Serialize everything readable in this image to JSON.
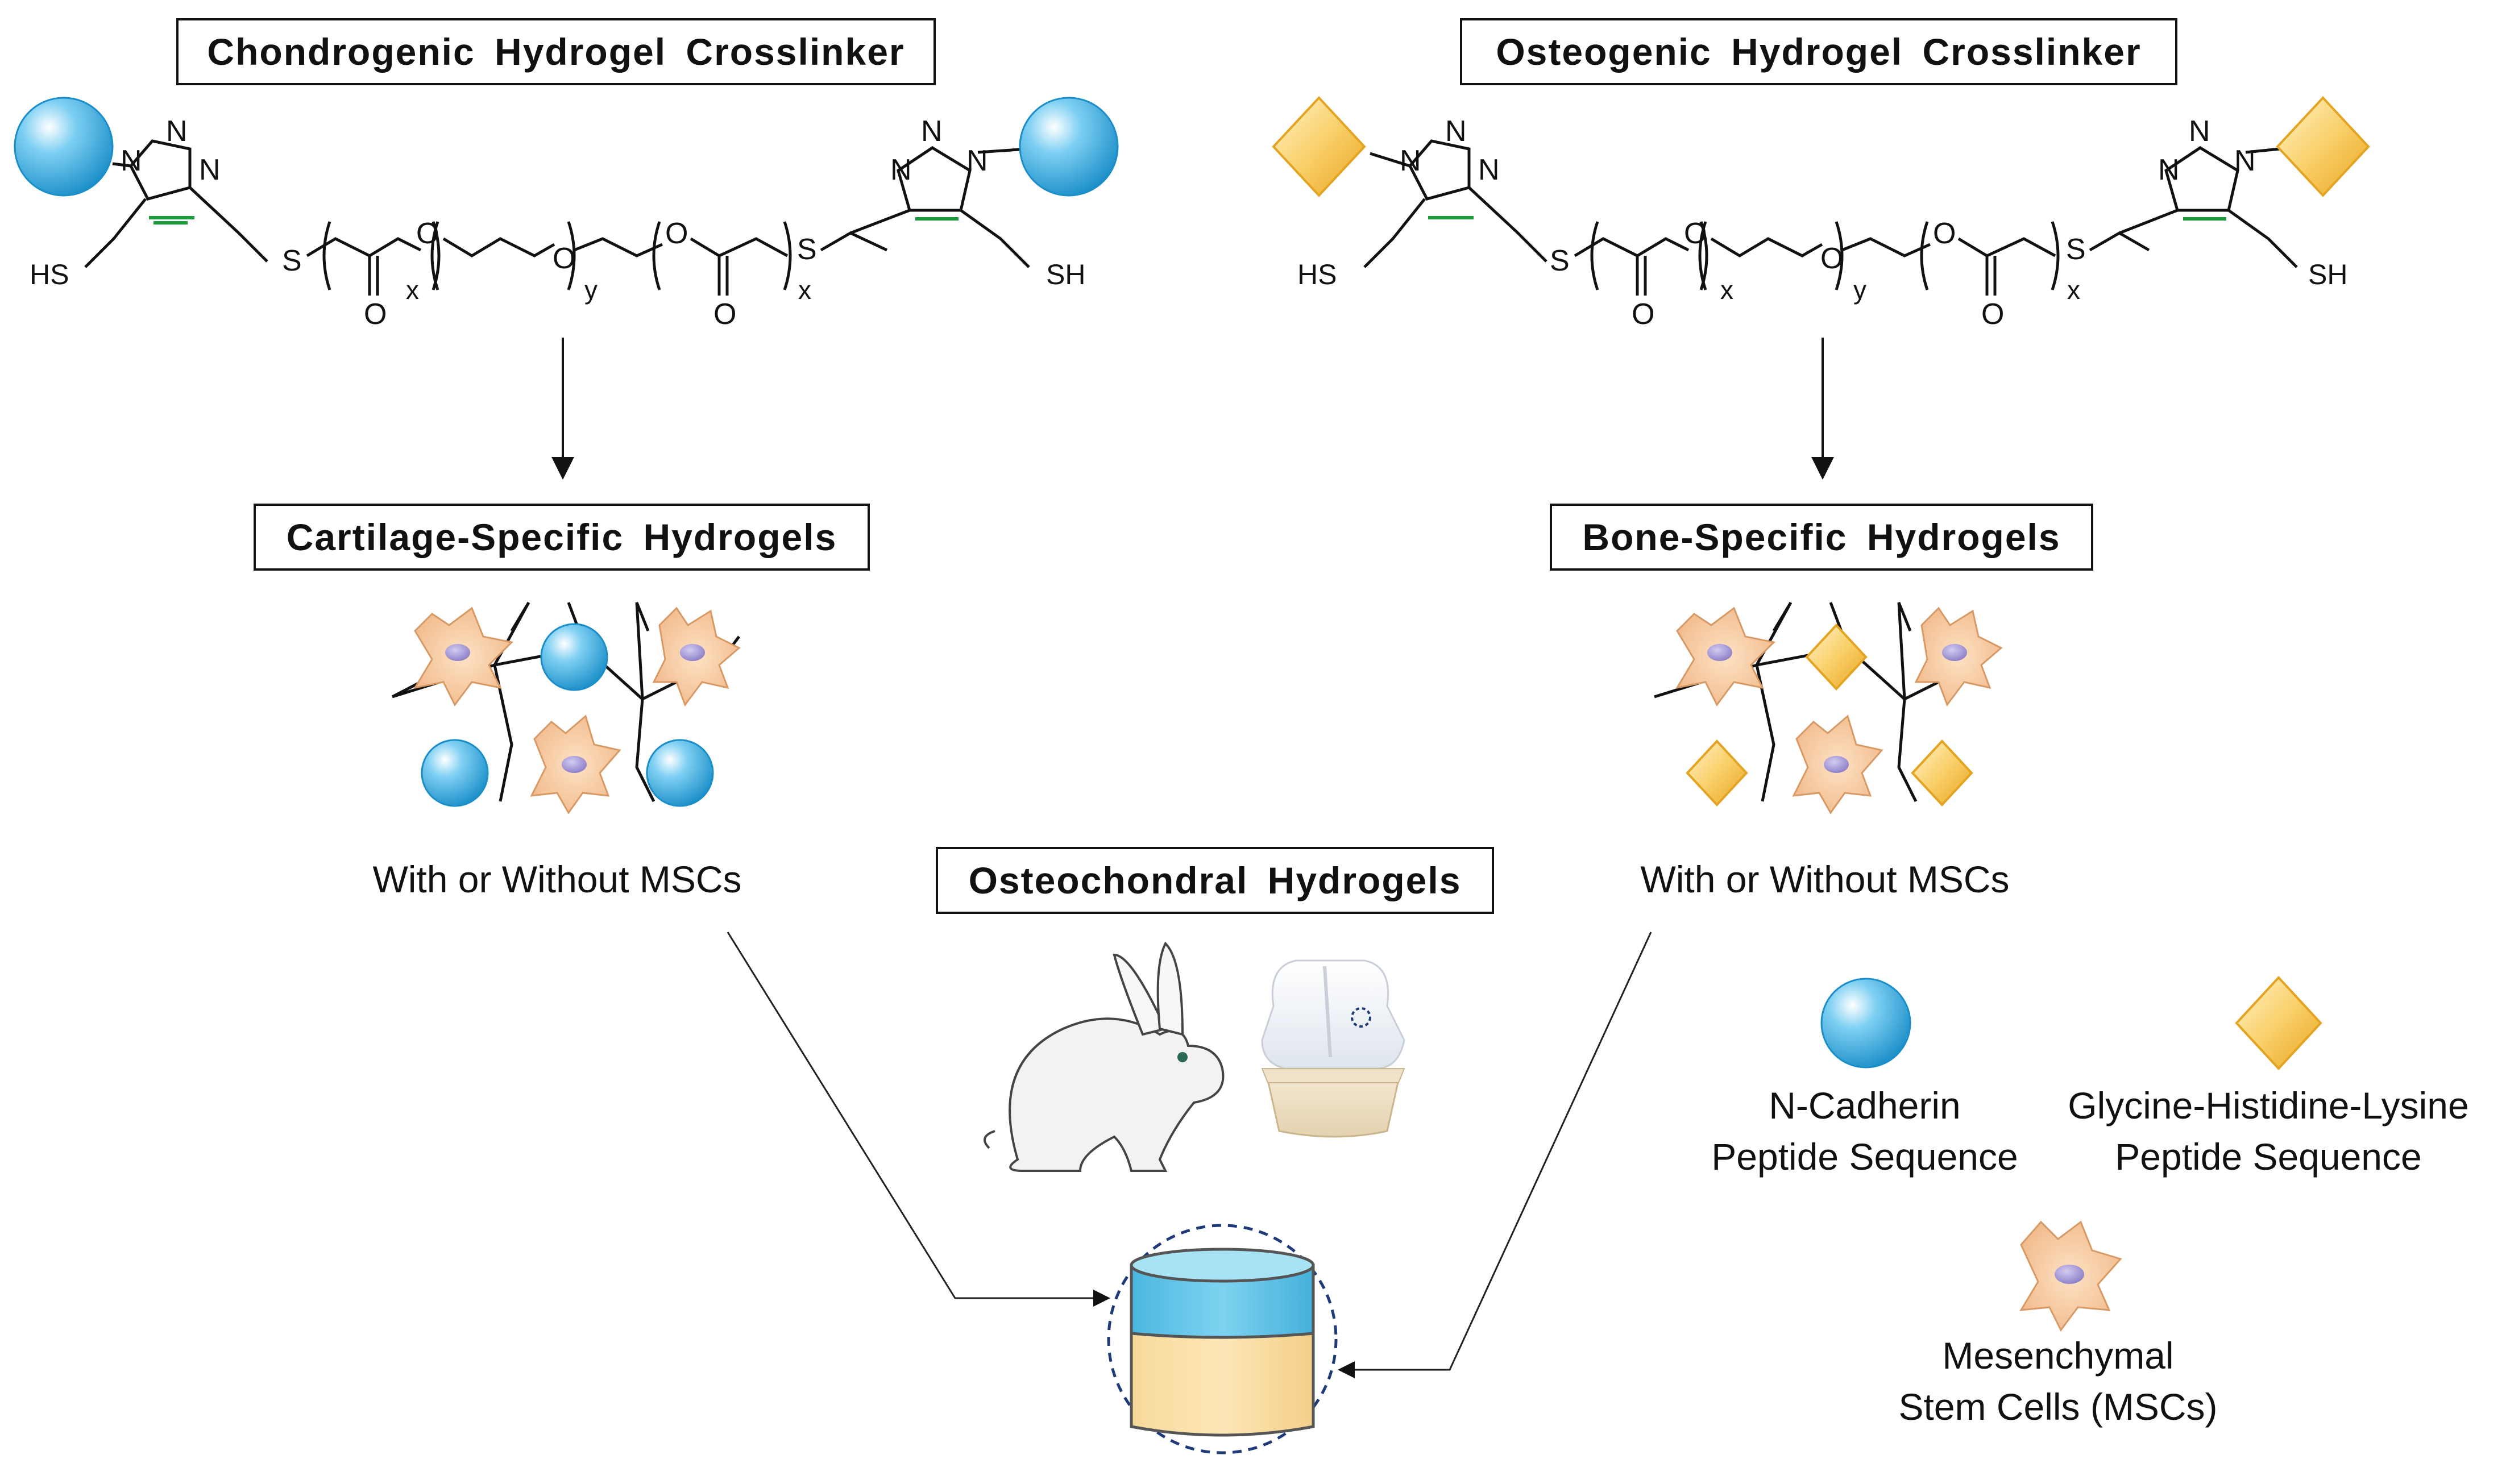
{
  "titles": {
    "chondrogenic": "Chondrogenic Hydrogel Crosslinker",
    "osteogenic": "Osteogenic Hydrogel Crosslinker",
    "cartilage": "Cartilage-Specific Hydrogels",
    "bone": "Bone-Specific Hydrogels",
    "osteochondral": "Osteochondral Hydrogels"
  },
  "captions": {
    "left_msc": "With or Without MSCs",
    "right_msc": "With or Without MSCs"
  },
  "chem_labels": {
    "N": "N",
    "S": "S",
    "O": "O",
    "HS": "HS",
    "SH": "SH",
    "x": "x",
    "y": "y"
  },
  "legend": {
    "ncad_line1": "N-Cadherin",
    "ncad_line2": "Peptide Sequence",
    "ghk_line1": "Glycine-Histidine-Lysine",
    "ghk_line2": "Peptide Sequence",
    "msc_line1": "Mesenchymal",
    "msc_line2": "Stem Cells (MSCs)"
  },
  "colors": {
    "sphere_blue": "#1ea0de",
    "diamond_yellow": "#f7c54a",
    "cell_orange": "#f3c9a0",
    "nucleus_purple": "#a79ad6",
    "triazole_green": "#1a9a3a",
    "cartilage_layer": "#5ec4e6",
    "bone_layer": "#fbdc99",
    "defect_circle": "#1f3a78"
  }
}
